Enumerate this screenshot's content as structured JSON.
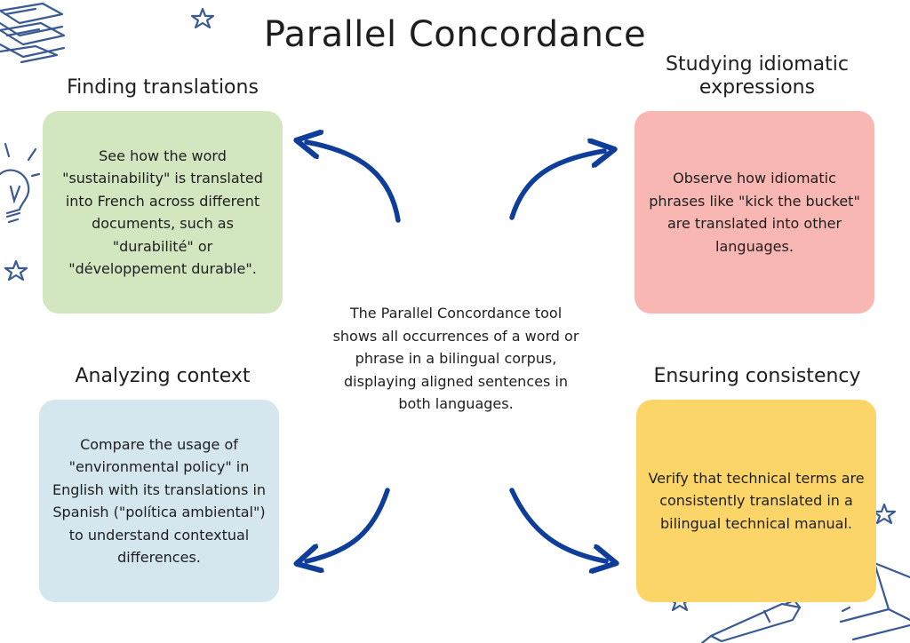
{
  "title": "Parallel Concordance",
  "center_text": "The Parallel Concordance tool shows all occurrences of a word or phrase in a bilingual corpus, displaying aligned sentences in both languages.",
  "colors": {
    "green": "#d2e6c0",
    "pink": "#f8b7b2",
    "blue": "#d4e6ee",
    "yellow": "#fcd569",
    "arrow": "#0f3e9a",
    "doodle": "#3a5a93"
  },
  "cards": [
    {
      "heading": "Finding translations",
      "text": "See how the word \"sustainability\" is translated into French across different documents, such as \"durabilité\" or \"développement durable\"."
    },
    {
      "heading": "Studying idiomatic expressions",
      "text": "Observe how idiomatic phrases like \"kick the bucket\" are translated into other languages."
    },
    {
      "heading": "Analyzing context",
      "text": "Compare the usage of \"environmental policy\" in English with its translations in Spanish (\"política ambiental\") to understand contextual differences."
    },
    {
      "heading": "Ensuring consistency",
      "text": "Verify that technical terms are consistently translated in a bilingual technical manual."
    }
  ],
  "icons": [
    "books-icon",
    "lightbulb-icon",
    "star-icon",
    "pen-icon",
    "notebook-icon"
  ]
}
